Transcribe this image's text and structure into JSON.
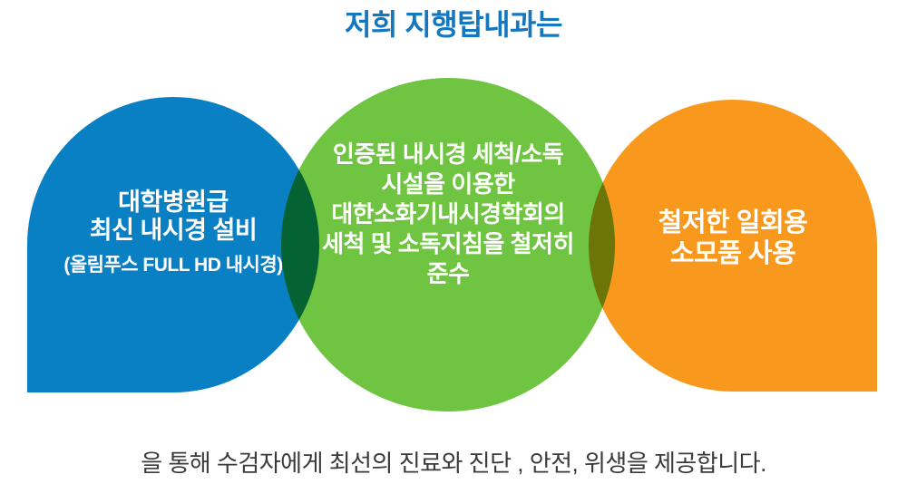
{
  "title": {
    "text": "저희 지행탑내과는",
    "color": "#1577BD"
  },
  "venn": {
    "text_color": "#FFFFFF",
    "left": {
      "color": "#0A80C4",
      "lines": [
        "대학병원급",
        "최신 내시경 설비"
      ],
      "subline": "(올림푸스 FULL HD 내시경)"
    },
    "center": {
      "color": "#6FC441",
      "lines": [
        "인증된 내시경 세척/소독",
        "시설을 이용한",
        "대한소화기내시경학회의",
        "세척 및 소독지침을 철저히",
        "준수"
      ]
    },
    "right": {
      "color": "#F8991D",
      "lines": [
        "철저한 일회용",
        "소모품 사용"
      ]
    },
    "overlap_colors": {
      "left_center": "#056B2E",
      "center_right": "#6F7A08"
    }
  },
  "footer": {
    "text": "을 통해 수검자에게 최선의 진료와 진단 , 안전, 위생을 제공합니다.",
    "color": "#3A3A3A"
  },
  "background": "#FFFFFF"
}
